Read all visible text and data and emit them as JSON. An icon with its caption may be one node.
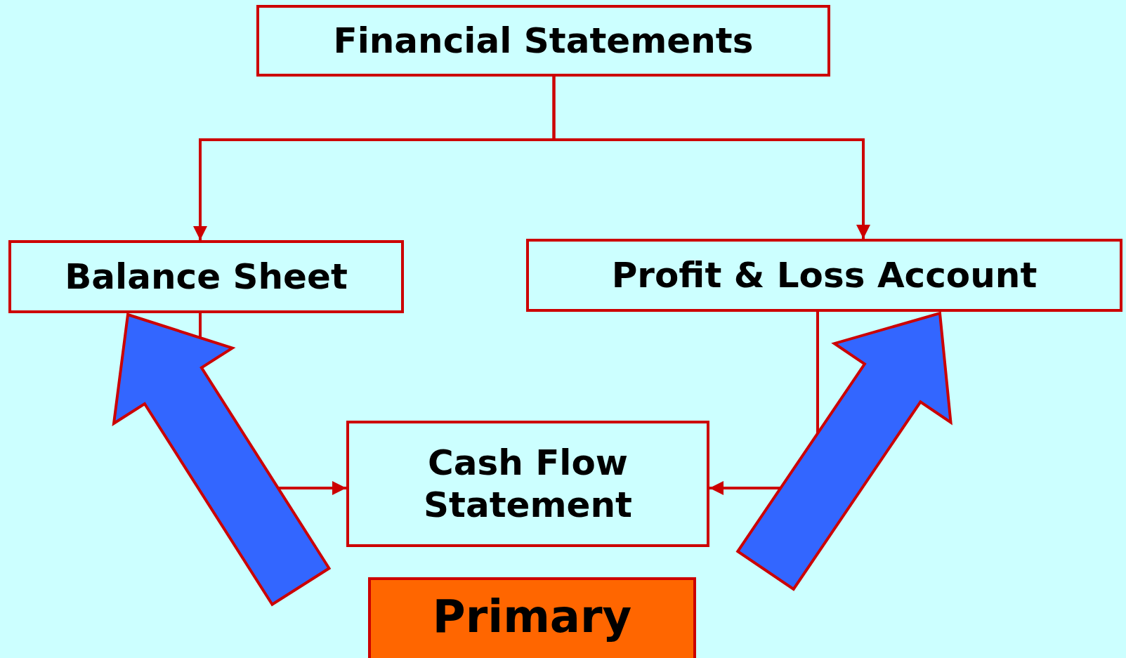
{
  "diagram": {
    "nodes": [
      {
        "text": [
          "Financial Statements"
        ]
      },
      {
        "text": [
          "Balance Sheet"
        ]
      },
      {
        "text": [
          "Profit & Loss Account"
        ]
      },
      {
        "text": [
          "Cash Flow Statement"
        ]
      },
      {
        "text": [
          "Primary"
        ]
      }
    ],
    "edges": [
      {
        "from": 0,
        "to": 1,
        "arrow": "to"
      },
      {
        "from": 0,
        "to": 2,
        "arrow": "to"
      },
      {
        "from": 1,
        "to": 3,
        "arrow": "to"
      },
      {
        "from": 2,
        "to": 3,
        "arrow": "to"
      },
      {
        "from": 4,
        "to": 1,
        "arrow": "to",
        "style": "thick",
        "color": "#3366ff"
      },
      {
        "from": 4,
        "to": 2,
        "arrow": "to",
        "style": "thick",
        "color": "#3366ff"
      }
    ]
  }
}
